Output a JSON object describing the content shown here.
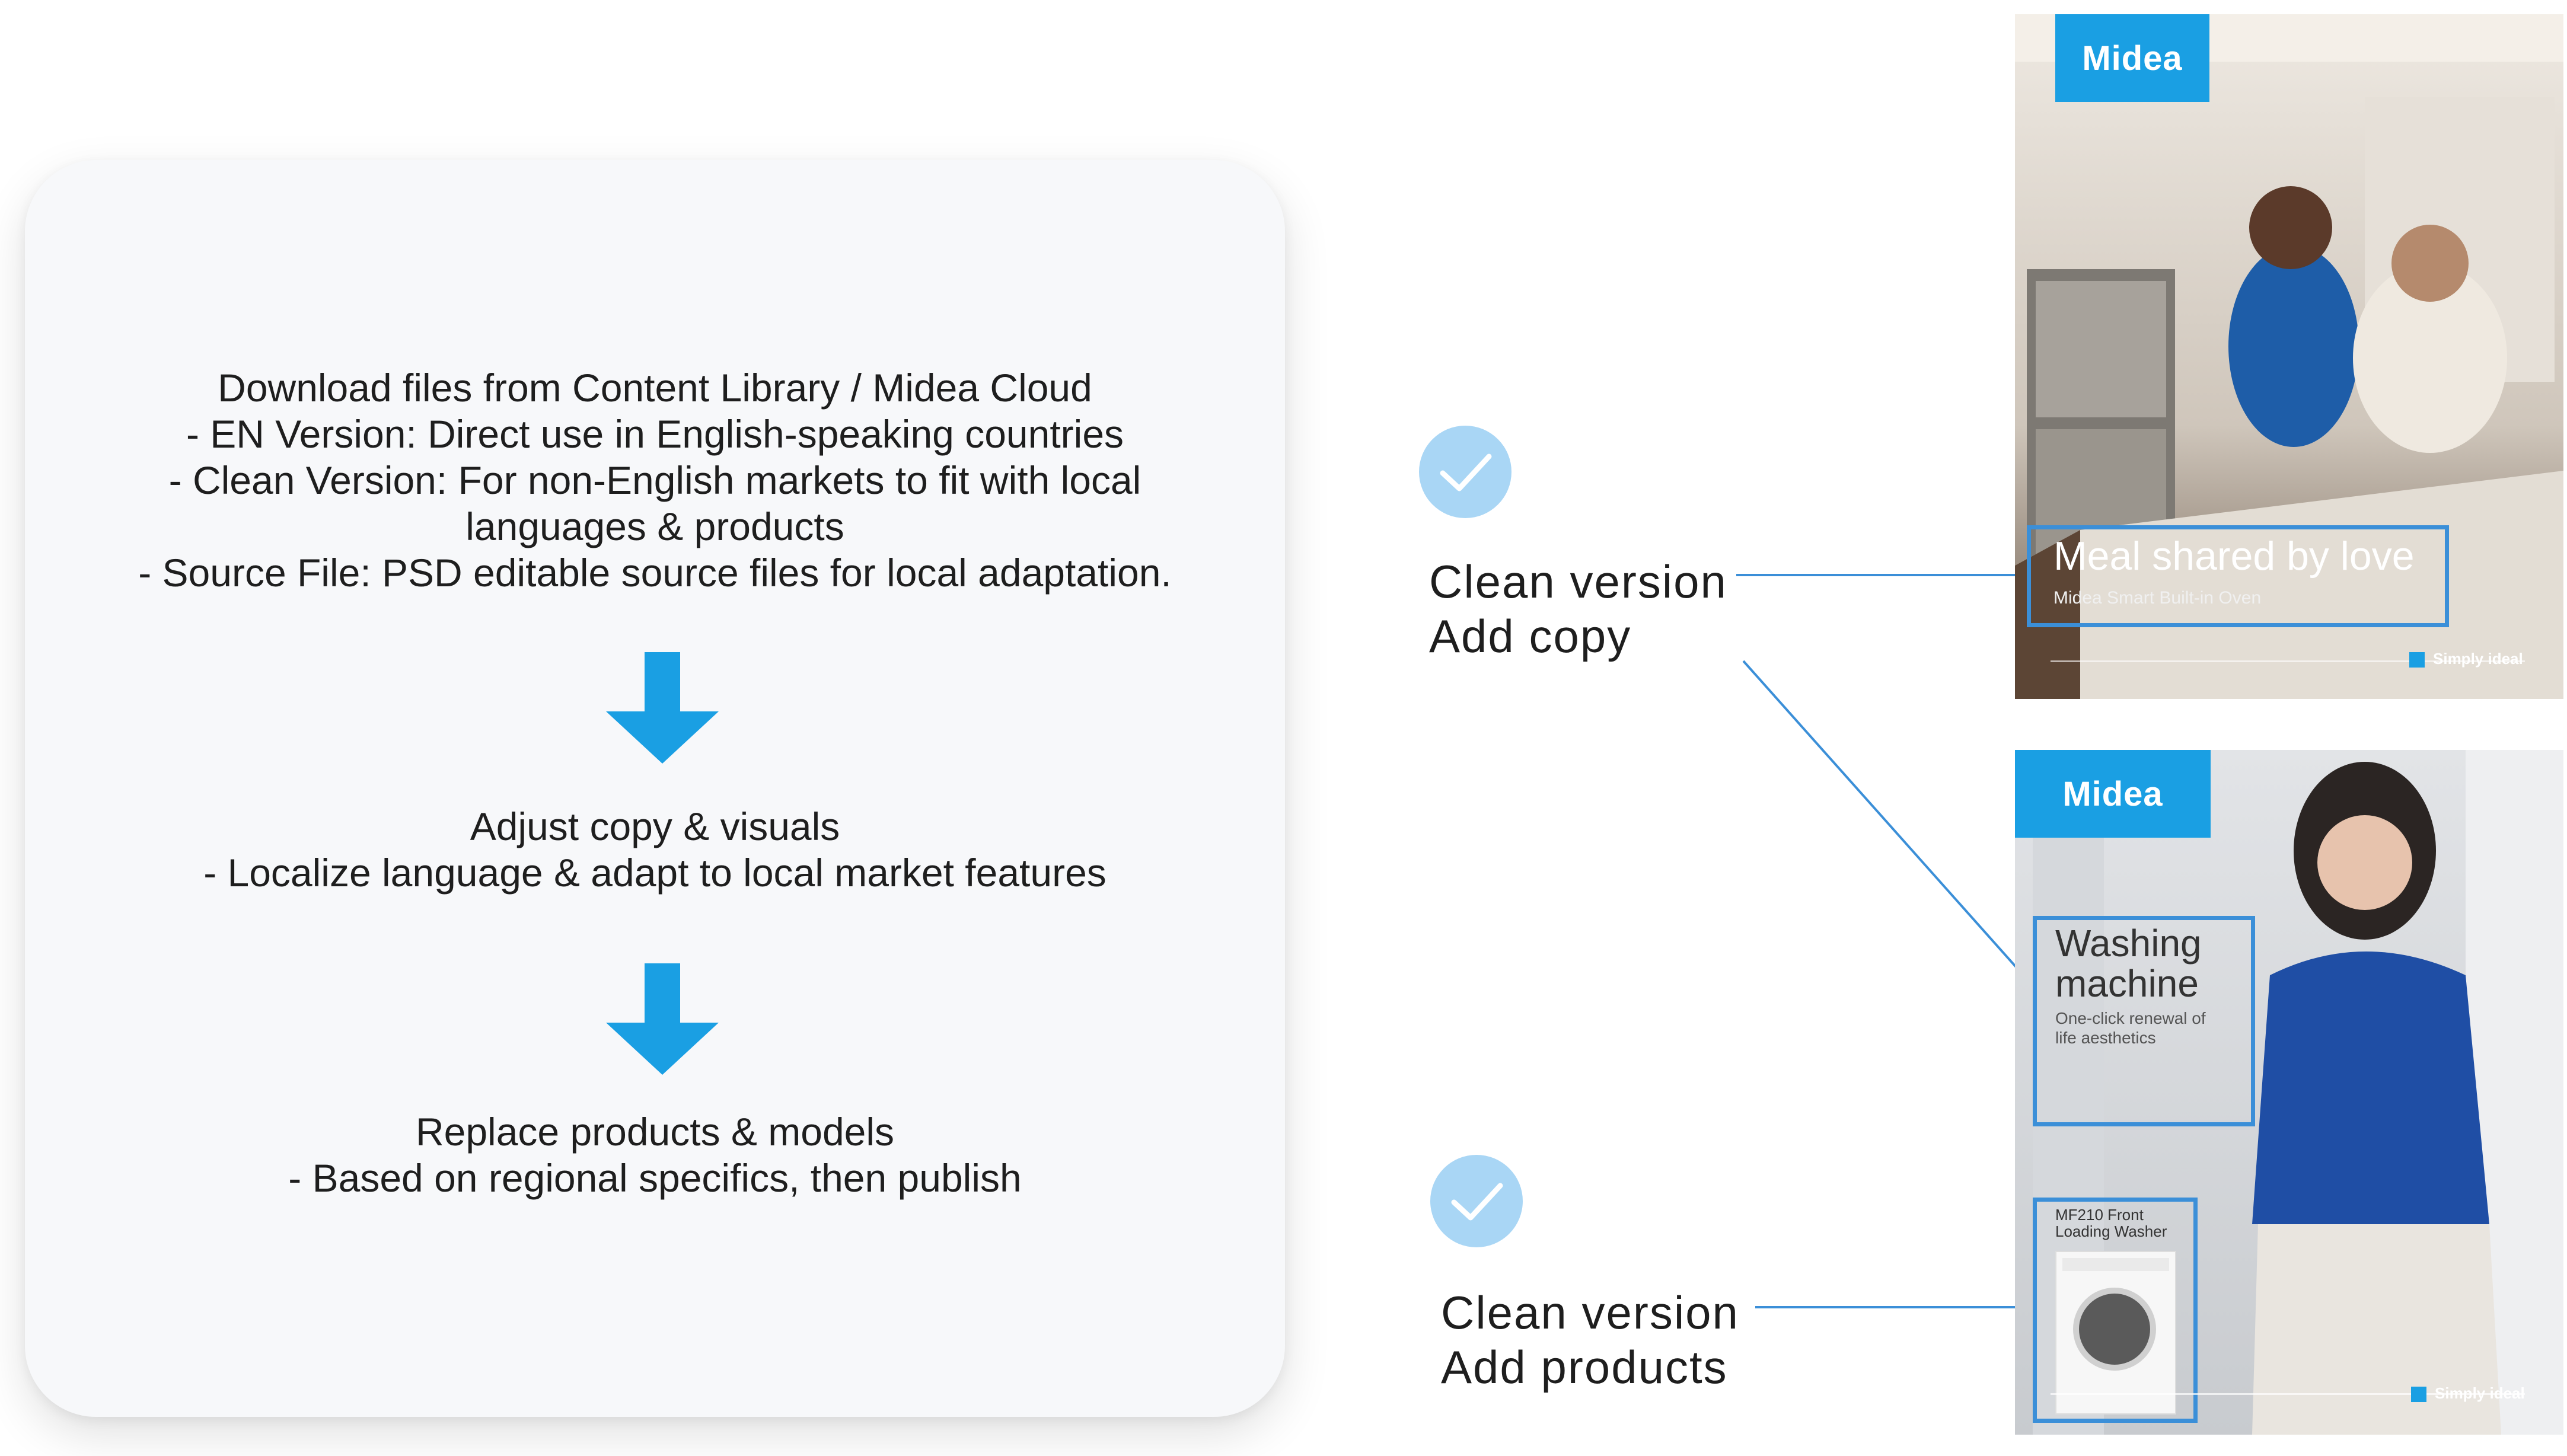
{
  "process": {
    "step1": {
      "lines": [
        "Download files from Content Library / Midea Cloud",
        "- EN Version: Direct use in English-speaking countries",
        "- Clean Version: For non-English markets to fit with local",
        "languages & products",
        "- Source File: PSD editable source files for local adaptation."
      ]
    },
    "step2": {
      "lines": [
        "Adjust copy & visuals",
        "- Localize language & adapt to local market features"
      ]
    },
    "step3": {
      "lines": [
        "Replace products & models",
        "- Based on regional specifics, then publish"
      ]
    }
  },
  "annotations": {
    "first": {
      "line1": "Clean version",
      "line2": "Add copy"
    },
    "second": {
      "line1": "Clean version",
      "line2": "Add products"
    }
  },
  "poster1": {
    "brand": "Midea",
    "headline": "Meal shared by love",
    "subline": "Midea Smart Built-in Oven",
    "tagline": "Simply ideal"
  },
  "poster2": {
    "brand": "Midea",
    "headline_line1": "Washing",
    "headline_line2": "machine",
    "subline_line1": "One-click renewal of",
    "subline_line2": "life aesthetics",
    "product_line1": "MF210 Front",
    "product_line2": "Loading Washer",
    "tagline": "Simply ideal"
  },
  "colors": {
    "accent_blue": "#1a9fe3",
    "frame_blue": "#3b8fd8",
    "check_bg": "#a9d6f5",
    "card_bg": "#f7f8fa"
  }
}
